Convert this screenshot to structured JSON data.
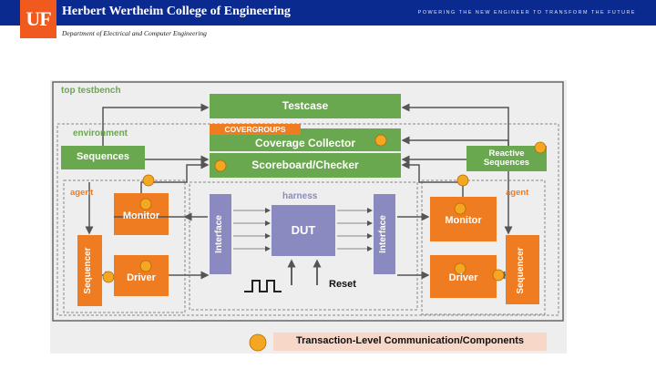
{
  "header": {
    "logo_text": "UF",
    "college_name": "Herbert Wertheim College of Engineering",
    "tagline": "POWERING THE NEW ENGINEER TO TRANSFORM THE FUTURE",
    "department": "Department of Electrical and Computer Engineering",
    "bar_color": "#0b2a8f",
    "logo_color": "#f05a1e"
  },
  "diagram": {
    "top_label": "top testbench",
    "environment_label": "environment",
    "testcase": "Testcase",
    "covergroups": "COVERGROUPS",
    "coverage_collector": "Coverage Collector",
    "scoreboard": "Scoreboard/Checker",
    "sequences": "Sequences",
    "reactive_sequences": "Reactive Sequences",
    "left_agent": {
      "label": "agent",
      "monitor": "Monitor",
      "driver": "Driver",
      "sequencer": "Sequencer"
    },
    "right_agent": {
      "label": "agent",
      "monitor": "Monitor",
      "driver": "Driver",
      "sequencer": "Sequencer"
    },
    "harness": {
      "label": "harness",
      "interface_left": "Interface",
      "interface_right": "Interface",
      "dut": "DUT",
      "reset": "Reset"
    },
    "legend": "Transaction-Level Communication/Components",
    "colors": {
      "green": "#6aa84f",
      "orange": "#f07c22",
      "purple": "#8a8ac0",
      "dot": "#f5a623",
      "legend_bg": "#f7d8c8"
    }
  }
}
